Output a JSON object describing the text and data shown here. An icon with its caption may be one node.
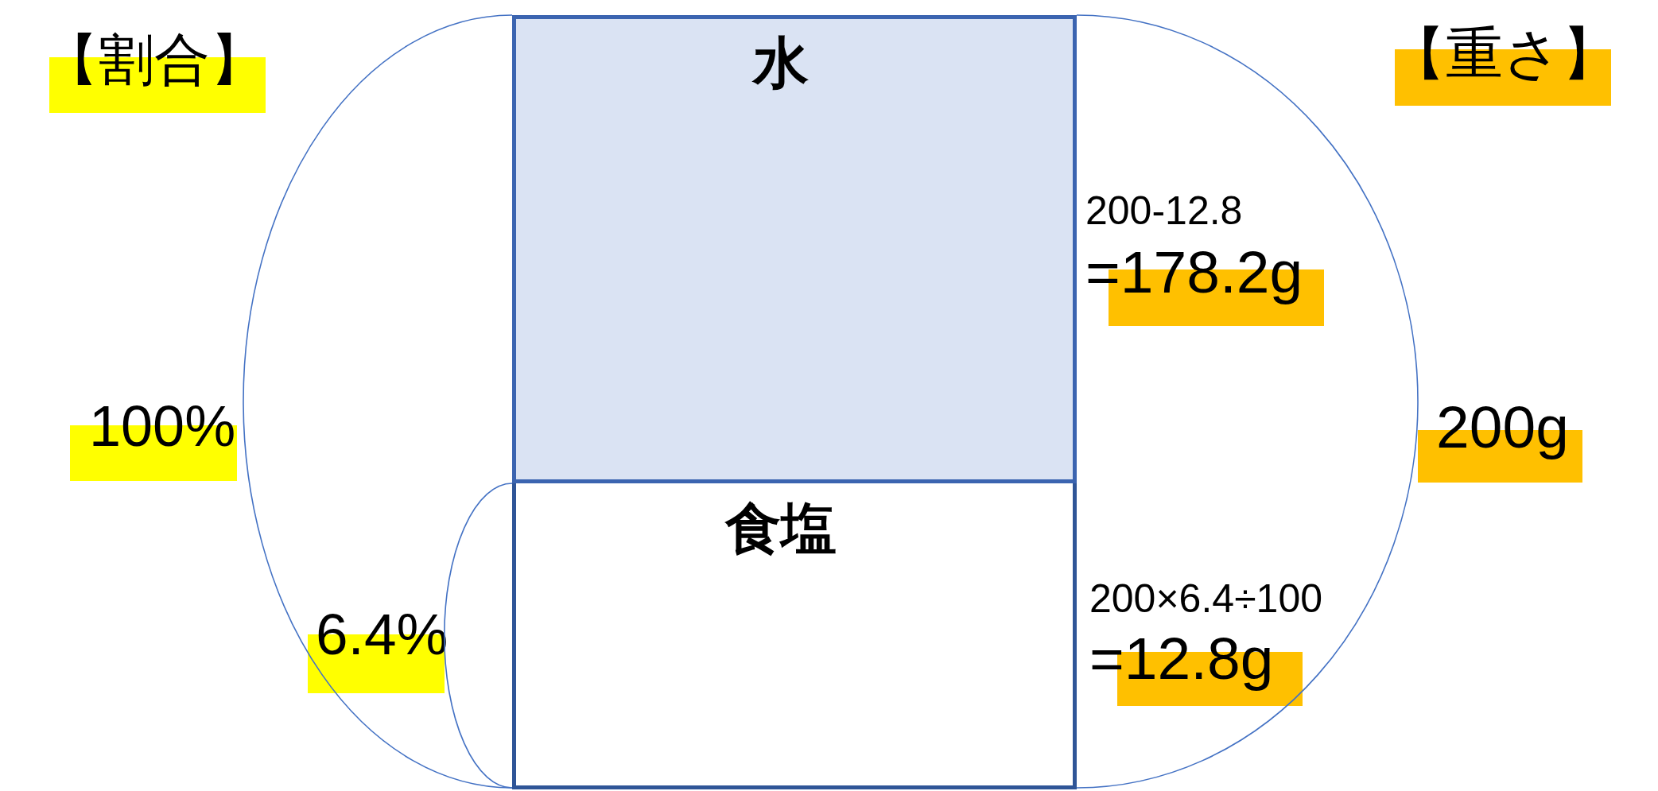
{
  "diagram": {
    "nodes": [
      {
        "text": [
          "水"
        ],
        "beside": [
          "200-12.8",
          "=178.2g"
        ]
      },
      {
        "text": [
          "食塩"
        ],
        "beside": [
          "200×6.4÷100",
          "=12.8g"
        ]
      }
    ],
    "labels": [
      "【割合】",
      "【重さ】",
      "100%",
      "200g",
      "6.4%"
    ]
  }
}
